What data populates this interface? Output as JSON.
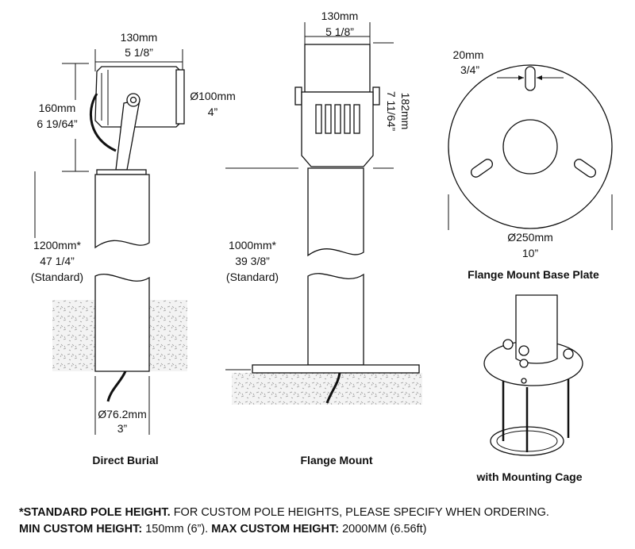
{
  "direct_burial": {
    "caption": "Direct Burial",
    "head_width_mm": "130mm",
    "head_width_in": "5 1/8”",
    "diameter_mm": "Ø100mm",
    "diameter_in": "4”",
    "height_mm": "160mm",
    "height_in": "6 19/64”",
    "pole_mm": "1200mm*",
    "pole_in": "47 1/4”",
    "pole_note": "(Standard)",
    "pole_dia_mm": "Ø76.2mm",
    "pole_dia_in": "3”"
  },
  "flange_mount": {
    "caption": "Flange Mount",
    "head_width_mm": "130mm",
    "head_width_in": "5 1/8”",
    "height_mm": "182mm",
    "height_in": "7 11/64”",
    "pole_mm": "1000mm*",
    "pole_in": "39 3/8”",
    "pole_note": "(Standard)"
  },
  "base_plate": {
    "caption": "Flange Mount Base Plate",
    "slot_mm": "20mm",
    "slot_in": "3/4”",
    "dia_mm": "Ø250mm",
    "dia_in": "10”"
  },
  "cage": {
    "caption": "with Mounting Cage"
  },
  "footer": {
    "line1_bold": "*STANDARD POLE  HEIGHT.",
    "line1_text": " FOR CUSTOM POLE  HEIGHTS, PLEASE SPECIFY WHEN ORDERING.",
    "line2_bold1": "MIN CUSTOM HEIGHT:",
    "line2_text1": " 150mm (6”). ",
    "line2_bold2": "MAX CUSTOM HEIGHT:",
    "line2_text2": " 2000MM (6.56ft)"
  }
}
